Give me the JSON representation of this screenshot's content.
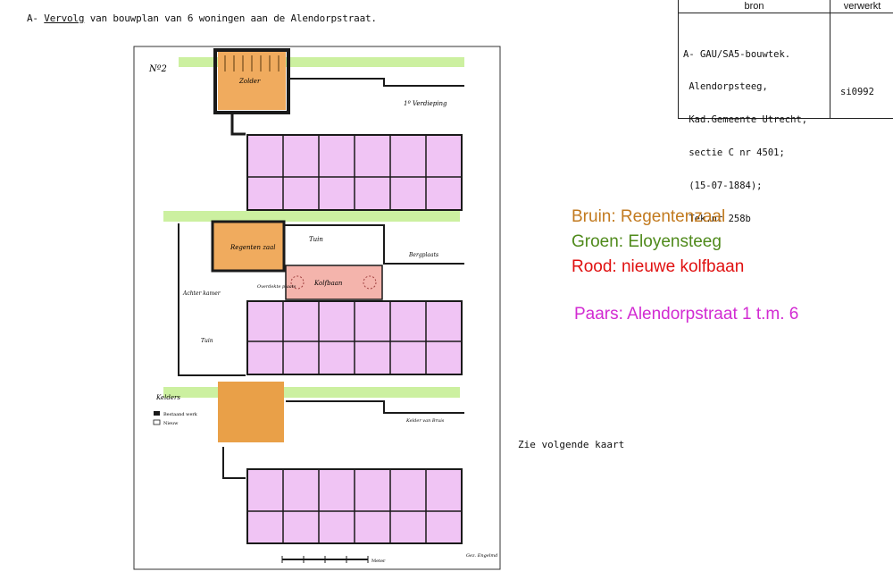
{
  "header": {
    "prefix": "A-",
    "title_underlined": "Vervolg",
    "title_rest": "van bouwplan van 6 woningen aan de Alendorpstraat."
  },
  "source_table": {
    "col_bron": "bron",
    "col_verwerkt": "verwerkt",
    "lines": [
      "A- GAU/SA5-bouwtek.",
      " Alendorpsteeg,",
      " Kad.Gemeente Utrecht,",
      " sectie C nr 4501;",
      " (15-07-1884);",
      " Tek.nr 258b"
    ],
    "verwerkt_code": "si0992"
  },
  "legend": [
    {
      "text": "Bruin: Regentenzaal",
      "color": "#c27a1f"
    },
    {
      "text": "Groen: Eloyensteeg",
      "color": "#4f8a1b"
    },
    {
      "text": "Rood: nieuwe kolfbaan",
      "color": "#e01010"
    },
    {
      "text": "Paars: Alendorpstraat 1 t.m. 6",
      "color": "#d22bd2"
    }
  ],
  "note": "Zie volgende kaart",
  "plan_labels": {
    "sheet_number": "Nº2",
    "zolder": "Zolder",
    "verdieping": "1º Verdieping",
    "regentenzaal": "Regenten zaal",
    "tuin": "Tuin",
    "kolfbaan": "Kolfbaan",
    "overdekte_plaats": "Overdekte plaats",
    "bergplaats": "Bergplaats",
    "achterkamer_left": "Achter kamer",
    "tuin_lower": "Tuin",
    "kelders": "Kelders",
    "kelder_note": "Kelder van Bruis",
    "legend_bestaand": "Bestaand werk",
    "legend_nieuw": "Nieuw",
    "scale_label": "Meter",
    "signature": "Gez. Engelmd"
  },
  "colors": {
    "brown": "#f0ab5e",
    "brown_dark": "#e9a048",
    "green": "#ccf0a0",
    "red": "#f4b4ac",
    "purple": "#f0c4f4",
    "wall": "#1a1a1a"
  }
}
